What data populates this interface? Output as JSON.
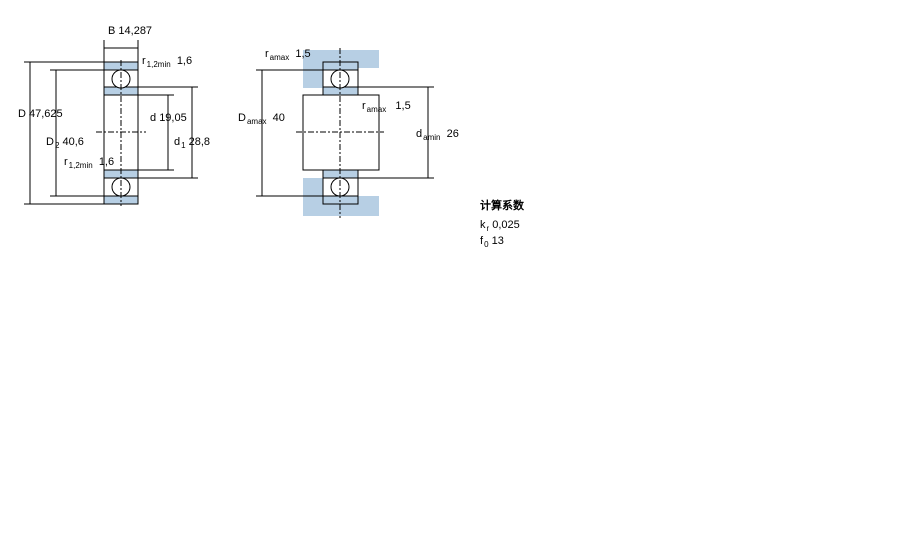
{
  "left": {
    "B": {
      "sym": "B",
      "val": "14,287"
    },
    "r12_top": {
      "sym": "r",
      "sub": "1,2min",
      "val": "1,6"
    },
    "D": {
      "sym": "D",
      "val": "47,625"
    },
    "D2": {
      "sym": "D",
      "sub": "2",
      "val": "40,6"
    },
    "d": {
      "sym": "d",
      "val": "19,05"
    },
    "d1": {
      "sym": "d",
      "sub": "1",
      "val": "28,8"
    },
    "r12_bot": {
      "sym": "r",
      "sub": "1,2min",
      "val": "1,6"
    }
  },
  "right": {
    "ra_top": {
      "sym": "r",
      "sub": "amax",
      "val": "1,5"
    },
    "Da": {
      "sym": "D",
      "sub": "amax",
      "val": "40"
    },
    "ra_mid": {
      "sym": "r",
      "sub": "amax",
      "val": "1,5"
    },
    "da": {
      "sym": "d",
      "sub": "amin",
      "val": "26"
    }
  },
  "calc": {
    "title": "计算系数",
    "kr": {
      "sym": "k",
      "sub": "r",
      "val": "0,025"
    },
    "f0": {
      "sym": "f",
      "sub": "0",
      "val": "13"
    }
  },
  "colors": {
    "housing": "#b7cfe4",
    "ring": "#b7cfe4",
    "line": "#000000"
  }
}
